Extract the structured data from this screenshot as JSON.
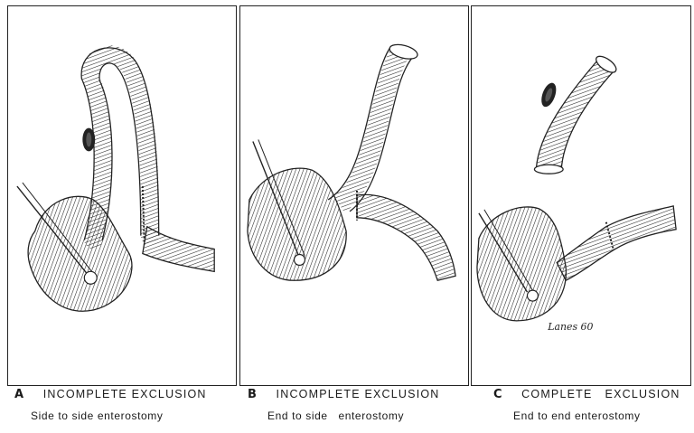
{
  "panels": [
    {
      "letter": "A",
      "title": "INCOMPLETE EXCLUSION",
      "subtitle": "Side to side enterostomy"
    },
    {
      "letter": "B",
      "title": "INCOMPLETE EXCLUSION",
      "subtitle": "End to side   enterostomy"
    },
    {
      "letter": "C",
      "title": "COMPLETE   EXCLUSION",
      "subtitle": "End to end enterostomy"
    }
  ],
  "signature": "Lanes 60",
  "colors": {
    "ink": "#1a1a1a",
    "paper": "#ffffff",
    "border": "#222222"
  }
}
